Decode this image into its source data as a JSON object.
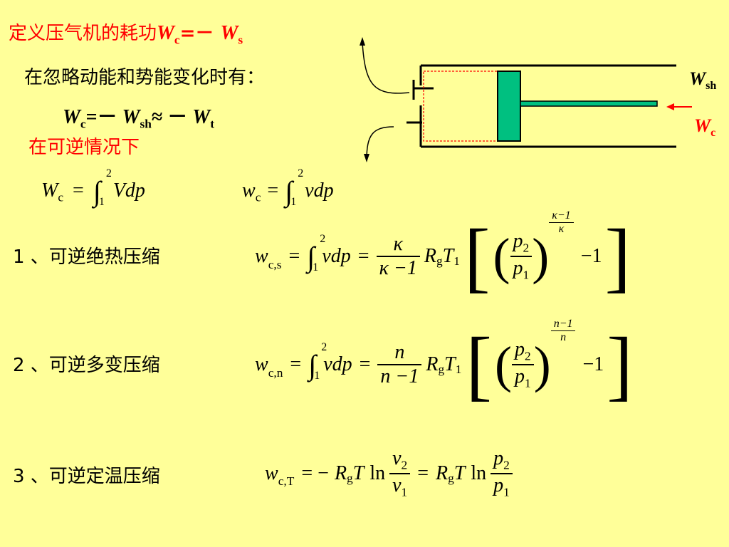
{
  "header": {
    "prefix": "定义压气机的耗功",
    "w": "W",
    "c": "c",
    "eq": "=－ ",
    "w2": "W",
    "s": "s"
  },
  "line2": {
    "text": "在忽略动能和势能变化时有："
  },
  "relation": {
    "w1": "W",
    "c": "c",
    "eq": "=－ ",
    "w2": "W",
    "sh": "sh",
    "approx": "≈ － ",
    "w3": "W",
    "t": "t"
  },
  "reversible": {
    "text": "在可逆情况下"
  },
  "diagram": {
    "wsh_w": "W",
    "wsh_sub": "sh",
    "wc_w": "W",
    "wc_sub": "c",
    "colors": {
      "piston": "#00c080",
      "rod": "#00c080",
      "red": "#ff0000",
      "dash": "#ff0000"
    }
  },
  "formulas": {
    "f0a": {
      "lhs": "W",
      "lhs_sub": "c",
      "eq": "=",
      "upper": "2",
      "lower": "1",
      "integrand": "Vdp"
    },
    "f0b": {
      "lhs": "w",
      "lhs_sub": "c",
      "eq": "=",
      "upper": "2",
      "lower": "1",
      "integrand": "vdp"
    },
    "item1": {
      "label": "1 、可逆绝热压缩",
      "lhs": "w",
      "lhs_sub": "c,s",
      "upper": "2",
      "lower": "1",
      "integrand": "vdp",
      "frac_num": "κ",
      "frac_den": "κ −1",
      "rg": "R",
      "rg_sub": "g",
      "t": "T",
      "t_sub": "1",
      "p_num": "p",
      "p_num_sub": "2",
      "p_den": "p",
      "p_den_sub": "1",
      "exp_num": "κ−1",
      "exp_den": "κ",
      "minus_one": "−1"
    },
    "item2": {
      "label": "2 、可逆多变压缩",
      "lhs": "w",
      "lhs_sub": "c,n",
      "upper": "2",
      "lower": "1",
      "integrand": "vdp",
      "frac_num": "n",
      "frac_den": "n −1",
      "rg": "R",
      "rg_sub": "g",
      "t": "T",
      "t_sub": "1",
      "p_num": "p",
      "p_num_sub": "2",
      "p_den": "p",
      "p_den_sub": "1",
      "exp_num": "n−1",
      "exp_den": "n",
      "minus_one": "−1"
    },
    "item3": {
      "label": "3 、可逆定温压缩",
      "lhs": "w",
      "lhs_sub": "c,T",
      "eq1": "= −",
      "rg": "R",
      "rg_sub": "g",
      "t": "T",
      "ln": "ln",
      "v_num": "v",
      "v_num_sub": "2",
      "v_den": "v",
      "v_den_sub": "1",
      "eq2": "=",
      "rg2": "R",
      "rg2_sub": "g",
      "t2": "T",
      "ln2": "ln",
      "p_num": "p",
      "p_num_sub": "2",
      "p_den": "p",
      "p_den_sub": "1"
    }
  }
}
